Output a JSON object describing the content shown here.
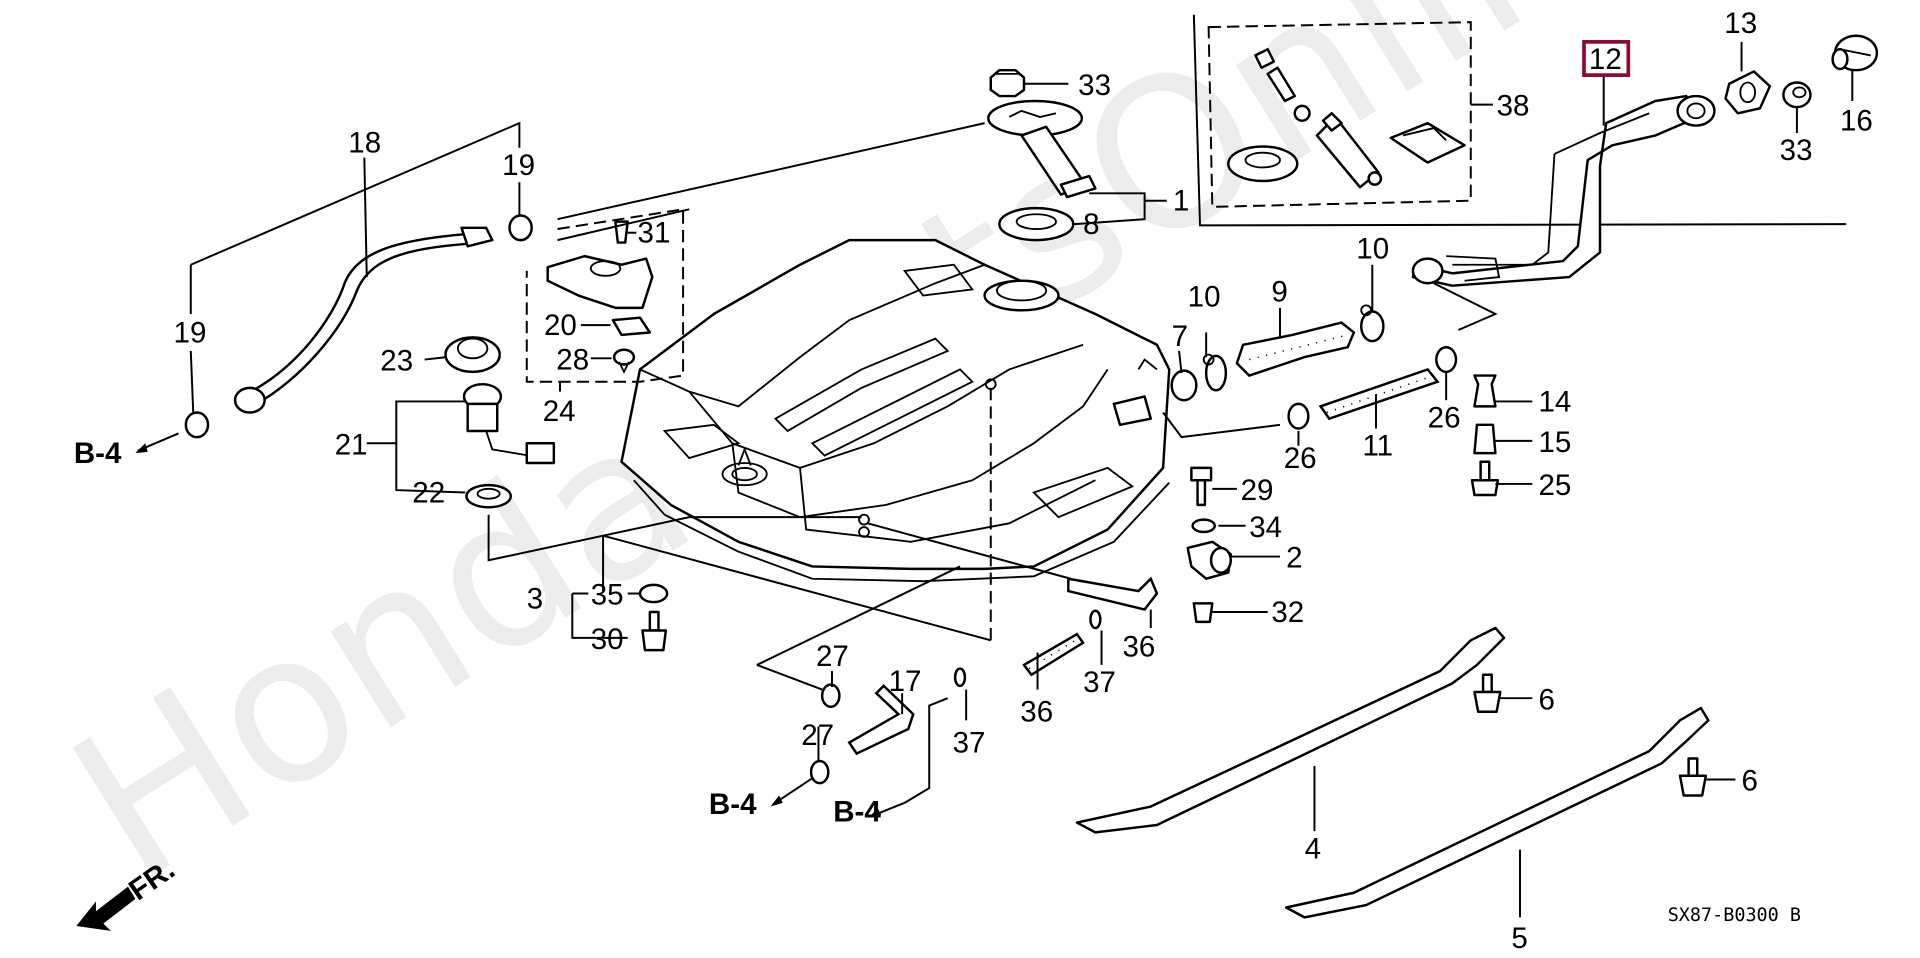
{
  "diagram": {
    "title": "Fuel Tank",
    "diagram_code": "SX87-B0300 B",
    "watermark": "HondaPartsOnline.ru",
    "highlight_color": "#8b0a2e",
    "highlighted_part": "12",
    "front_indicator": "FR.",
    "reference_label": "B-4",
    "callouts": [
      {
        "id": "c1",
        "label": "1"
      },
      {
        "id": "c2",
        "label": "2"
      },
      {
        "id": "c3",
        "label": "3"
      },
      {
        "id": "c4",
        "label": "4"
      },
      {
        "id": "c5",
        "label": "5"
      },
      {
        "id": "c6a",
        "label": "6"
      },
      {
        "id": "c6b",
        "label": "6"
      },
      {
        "id": "c7",
        "label": "7"
      },
      {
        "id": "c8",
        "label": "8"
      },
      {
        "id": "c9",
        "label": "9"
      },
      {
        "id": "c10a",
        "label": "10"
      },
      {
        "id": "c10b",
        "label": "10"
      },
      {
        "id": "c11",
        "label": "11"
      },
      {
        "id": "c12",
        "label": "12"
      },
      {
        "id": "c13",
        "label": "13"
      },
      {
        "id": "c14",
        "label": "14"
      },
      {
        "id": "c15",
        "label": "15"
      },
      {
        "id": "c16",
        "label": "16"
      },
      {
        "id": "c17",
        "label": "17"
      },
      {
        "id": "c18",
        "label": "18"
      },
      {
        "id": "c19a",
        "label": "19"
      },
      {
        "id": "c19b",
        "label": "19"
      },
      {
        "id": "c20",
        "label": "20"
      },
      {
        "id": "c21",
        "label": "21"
      },
      {
        "id": "c22",
        "label": "22"
      },
      {
        "id": "c23",
        "label": "23"
      },
      {
        "id": "c24",
        "label": "24"
      },
      {
        "id": "c25",
        "label": "25"
      },
      {
        "id": "c26a",
        "label": "26"
      },
      {
        "id": "c26b",
        "label": "26"
      },
      {
        "id": "c27a",
        "label": "27"
      },
      {
        "id": "c27b",
        "label": "27"
      },
      {
        "id": "c28",
        "label": "28"
      },
      {
        "id": "c29",
        "label": "29"
      },
      {
        "id": "c30",
        "label": "30"
      },
      {
        "id": "c31",
        "label": "31"
      },
      {
        "id": "c32",
        "label": "32"
      },
      {
        "id": "c33a",
        "label": "33"
      },
      {
        "id": "c33b",
        "label": "33"
      },
      {
        "id": "c34",
        "label": "34"
      },
      {
        "id": "c35",
        "label": "35"
      },
      {
        "id": "c36a",
        "label": "36"
      },
      {
        "id": "c36b",
        "label": "36"
      },
      {
        "id": "c37a",
        "label": "37"
      },
      {
        "id": "c37b",
        "label": "37"
      },
      {
        "id": "c38",
        "label": "38"
      }
    ]
  }
}
